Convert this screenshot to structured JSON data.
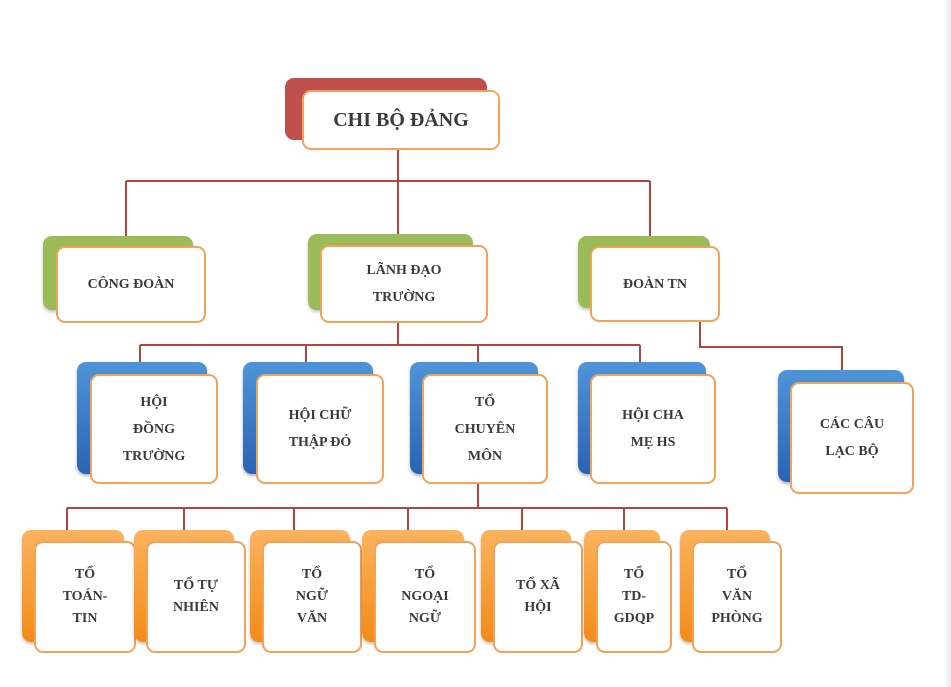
{
  "org_chart": {
    "root": "CHI BỘ ĐẢNG",
    "level1": [
      "CÔNG ĐOÀN",
      "LÃNH ĐẠO\nTRƯỜNG",
      "ĐOÀN TN"
    ],
    "level2": [
      "HỘI\nĐỒNG\nTRƯỜNG",
      "HỘI CHỮ\nTHẬP ĐỎ",
      "TỔ\nCHUYÊN\nMÔN",
      "HỘI CHA\nMẸ HS",
      "CÁC CÂU\nLẠC BỘ"
    ],
    "level3": [
      "TỔ\nTOÁN-\nTIN",
      "TỔ TỰ\nNHIÊN",
      "TỔ\nNGỮ\nVĂN",
      "TỔ\nNGOẠI\nNGỮ",
      "TỔ XÃ\nHỘI",
      "TỔ\nTD-\nGDQP",
      "TỔ\nVĂN\nPHÒNG"
    ]
  },
  "colors": {
    "connector": "#b5433f",
    "root_accent": "#c0504d",
    "level1_accent": "#9bbb59",
    "level2_accent": "#2a63b4",
    "level3_accent": "#f38b17",
    "node_border": "#f4a25a"
  }
}
